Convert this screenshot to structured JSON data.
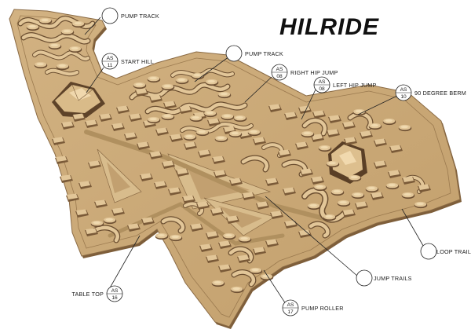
{
  "brand": {
    "name": "HILRIDE"
  },
  "labels": {
    "pump_track_top": "PUMP TRACK",
    "start_hill": "START HILL",
    "start_hill_code": "AS",
    "start_hill_num": "11",
    "pump_track_mid": "PUMP TRACK",
    "right_hip_jump": "RIGHT HIP JUMP",
    "right_hip_code": "AS",
    "right_hip_num": "08",
    "left_hip_jump": "LEFT HIP JUMP",
    "left_hip_code": "AS",
    "left_hip_num": "08",
    "berm_90": "90 DEGREE BERM",
    "berm_code": "AS",
    "berm_num": "10",
    "loop_trail": "LOOP TRAIL",
    "jump_trails": "JUMP TRAILS",
    "table_top": "TABLE TOP",
    "table_top_code": "AS",
    "table_top_num": "16",
    "pump_roller": "PUMP ROLLER",
    "pump_roller_code": "AS",
    "pump_roller_num": "17"
  },
  "colors": {
    "ground": "#c9a878",
    "ground_dark": "#a88658",
    "edge": "#8a6a44",
    "feature_light": "#e0c497",
    "feature_shadow": "#6b4e30",
    "line": "#222222"
  }
}
